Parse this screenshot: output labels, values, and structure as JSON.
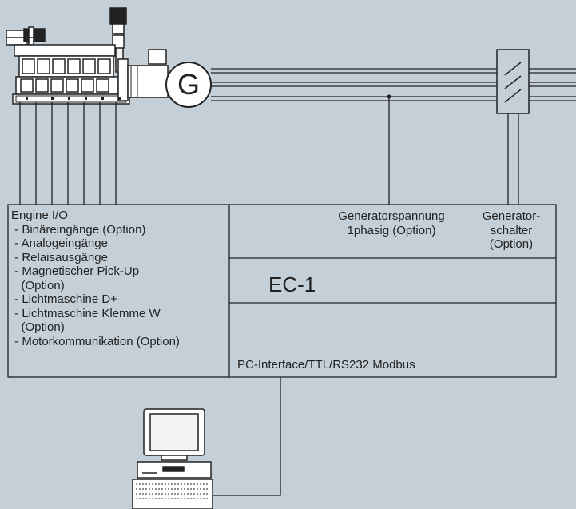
{
  "generator": {
    "letter": "G"
  },
  "engine_io": {
    "title": "Engine I/O",
    "items": [
      " - Binäreingänge (Option)",
      " - Analogeingänge",
      " - Relaisausgänge",
      " - Magnetischer Pick-Up",
      "   (Option)",
      " - Lichtmaschine D+",
      " - Lichtmaschine Klemme W",
      "   (Option)",
      " - Motorkommunikation (Option)"
    ]
  },
  "generator_voltage": {
    "line1": "Generatorspannung",
    "line2": "1phasig (Option)"
  },
  "generator_switch": {
    "line1": "Generator-",
    "line2": "schalter",
    "line3": "(Option)"
  },
  "controller": {
    "name": "EC-1"
  },
  "pc_interface": {
    "label": "PC-Interface/TTL/RS232 Modbus"
  }
}
